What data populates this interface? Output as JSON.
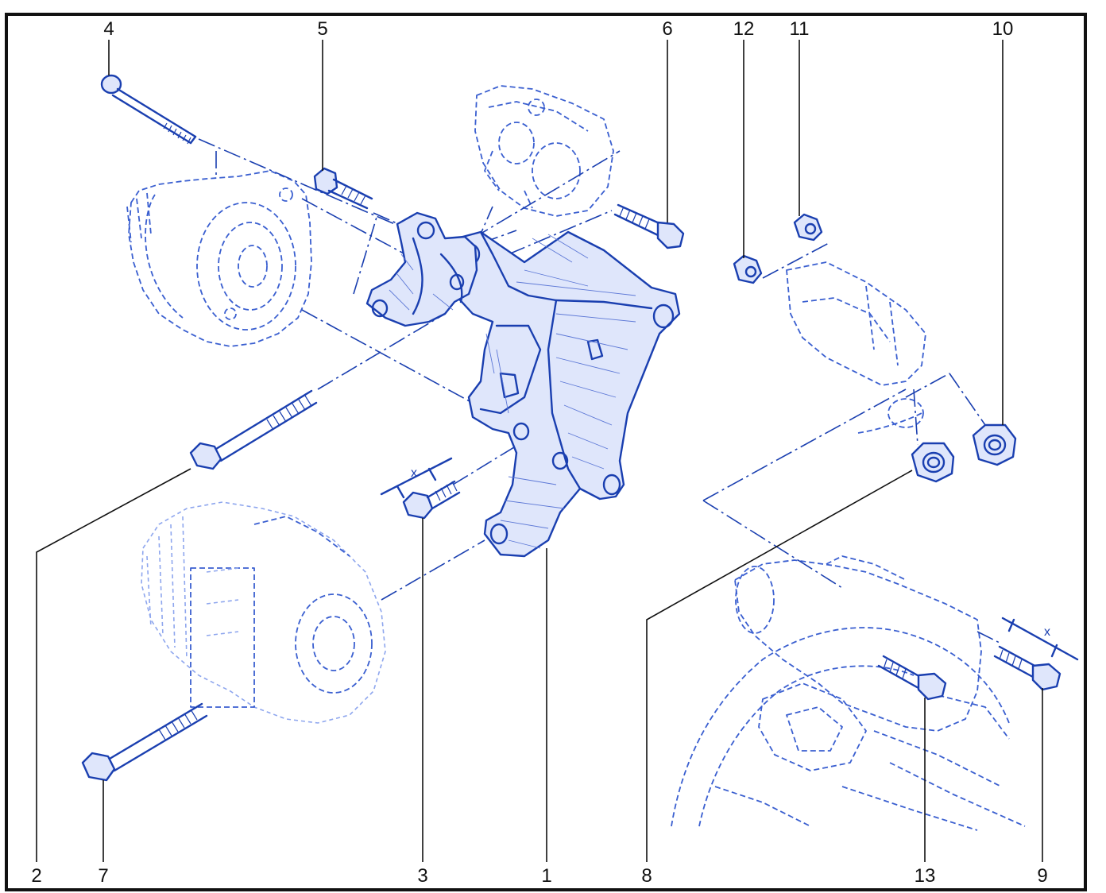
{
  "callouts": {
    "c1": "1",
    "c2": "2",
    "c3": "3",
    "c4": "4",
    "c5": "5",
    "c6": "6",
    "c7": "7",
    "c8": "8",
    "c9": "9",
    "c10": "10",
    "c11": "11",
    "c12": "12",
    "c13": "13"
  },
  "dimensions": {
    "x_left": "x",
    "x_right": "x"
  },
  "colors": {
    "line": "#1a3fb0",
    "frame": "#111111",
    "text": "#111111"
  }
}
